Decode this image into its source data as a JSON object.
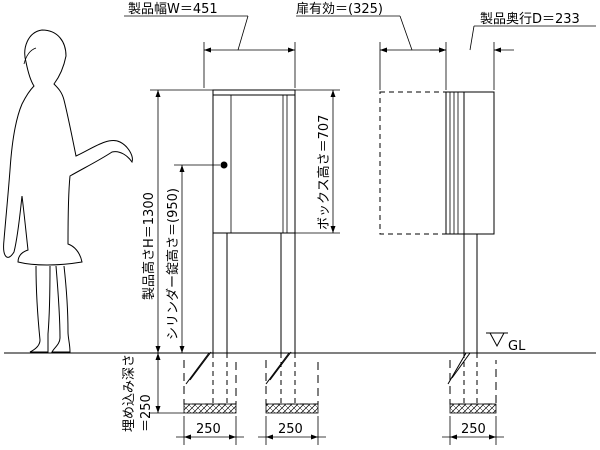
{
  "labels": {
    "width": "製品幅W＝451",
    "door_effective": "扉有効＝(325)",
    "depth": "製品奥行D＝233",
    "height": "製品高さH＝1300",
    "cylinder_height": "シリンダー錠高さ＝(950)",
    "box_height": "ボックス高さ＝707",
    "ground": "GL",
    "burial_depth_1": "埋め込み深さ",
    "burial_depth_2": "＝250",
    "foot_width_1": "250",
    "foot_width_2": "250",
    "foot_width_3": "250"
  }
}
